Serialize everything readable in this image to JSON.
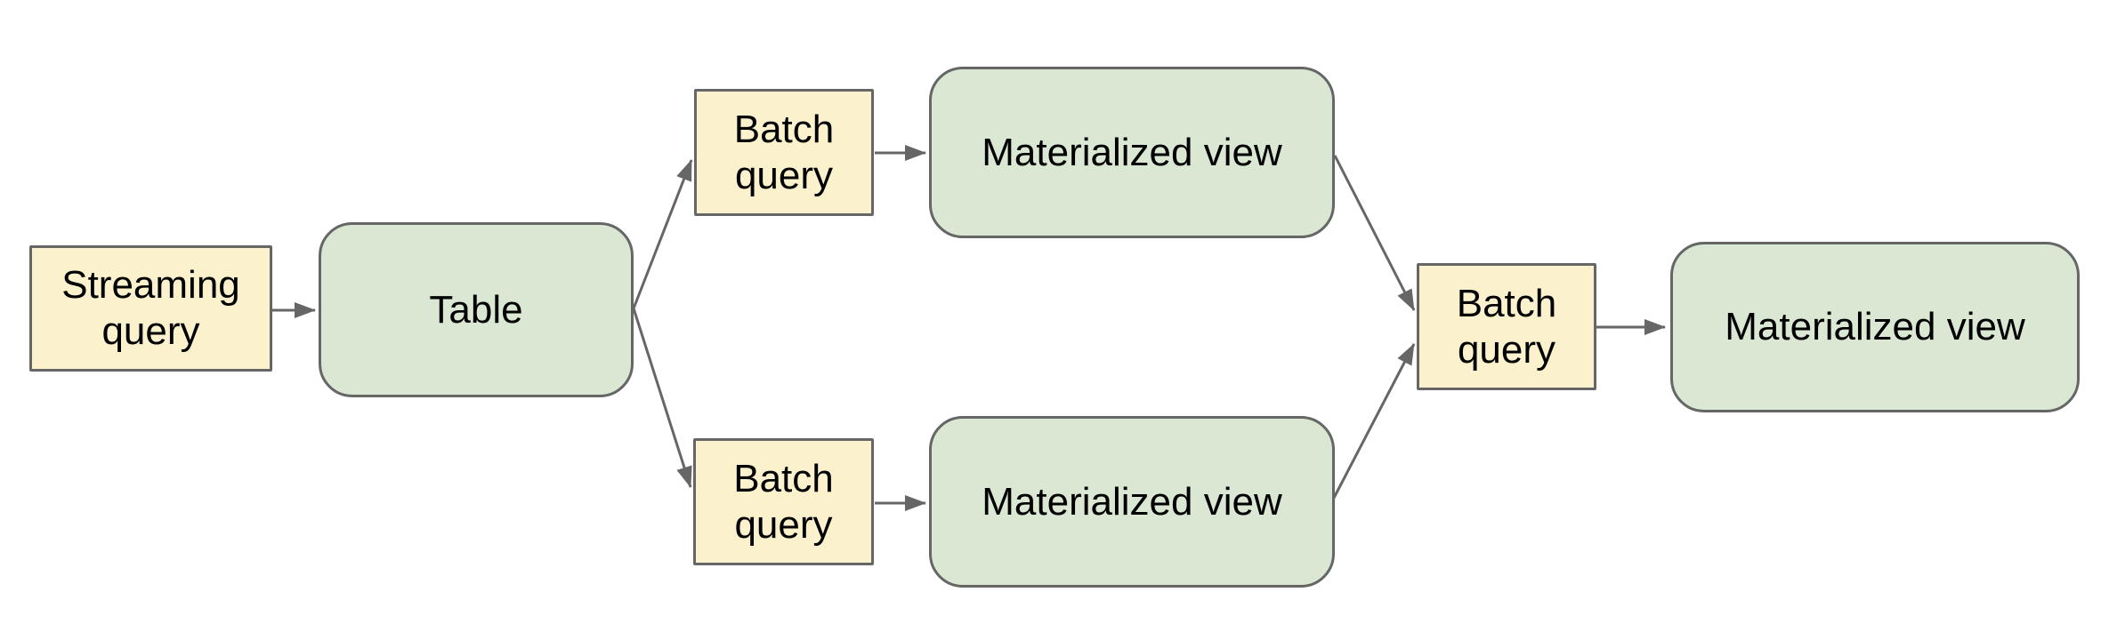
{
  "diagram": {
    "colors": {
      "background": "#ffffff",
      "query_node_fill": "#fcf1cd",
      "view_node_fill": "#d9e7d3",
      "node_border": "#666666",
      "arrow": "#666666",
      "text": "#000000"
    },
    "nodes": [
      {
        "id": "streaming-query",
        "label": "Streaming query",
        "shape": "rectangle",
        "fill": "yellow"
      },
      {
        "id": "table",
        "label": "Table",
        "shape": "rounded-rectangle",
        "fill": "green"
      },
      {
        "id": "batch-query-top",
        "label": "Batch query",
        "shape": "rectangle",
        "fill": "yellow"
      },
      {
        "id": "materialized-view-top",
        "label": "Materialized view",
        "shape": "rounded-rectangle",
        "fill": "green"
      },
      {
        "id": "batch-query-bottom",
        "label": "Batch query",
        "shape": "rectangle",
        "fill": "yellow"
      },
      {
        "id": "materialized-view-bottom",
        "label": "Materialized view",
        "shape": "rounded-rectangle",
        "fill": "green"
      },
      {
        "id": "batch-query-right",
        "label": "Batch query",
        "shape": "rectangle",
        "fill": "yellow"
      },
      {
        "id": "materialized-view-right",
        "label": "Materialized view",
        "shape": "rounded-rectangle",
        "fill": "green"
      }
    ],
    "edges": [
      {
        "from": "streaming-query",
        "to": "table"
      },
      {
        "from": "table",
        "to": "batch-query-top"
      },
      {
        "from": "table",
        "to": "batch-query-bottom"
      },
      {
        "from": "batch-query-top",
        "to": "materialized-view-top"
      },
      {
        "from": "batch-query-bottom",
        "to": "materialized-view-bottom"
      },
      {
        "from": "materialized-view-top",
        "to": "batch-query-right"
      },
      {
        "from": "materialized-view-bottom",
        "to": "batch-query-right"
      },
      {
        "from": "batch-query-right",
        "to": "materialized-view-right"
      }
    ]
  }
}
